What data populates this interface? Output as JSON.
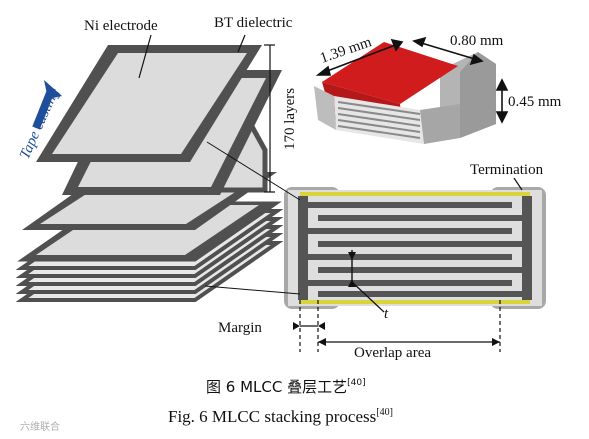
{
  "labels": {
    "ni_electrode": "Ni electrode",
    "bt_dielectric": "BT dielectric",
    "tape_casting": "Tape casting",
    "layers": "170 layers",
    "length": "1.39 mm",
    "width": "0.80 mm",
    "height": "0.45 mm",
    "termination": "Termination",
    "thickness": "t",
    "margin": "Margin",
    "overlap": "Overlap area"
  },
  "caption": {
    "cn_title": "图 6   MLCC 叠层工艺",
    "cn_ref": "[40]",
    "en_title": "Fig. 6 MLCC stacking process",
    "en_ref": "[40]"
  },
  "watermark": "六维联合",
  "colors": {
    "layer_outline": "#505050",
    "layer_fill": "#dcdcdc",
    "arrow_blue": "#1f4e9a",
    "termination_red": "#d01c1c",
    "termination_yellow": "#d8d43a",
    "electrode_dark": "#555555",
    "ceramic_light": "#e6e6e6"
  }
}
